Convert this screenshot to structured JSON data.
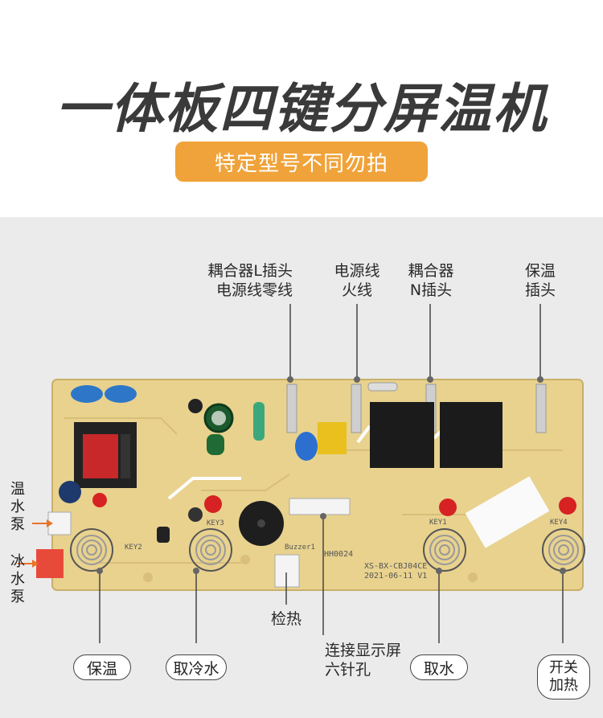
{
  "header": {
    "title": "一体板四键分屏温机",
    "badge": "特定型号不同勿拍"
  },
  "top_labels": {
    "coupler_l_line1": "耦合器L插头",
    "coupler_l_line2": "电源线零线",
    "power_live_line1": "电源线",
    "power_live_line2": "火线",
    "coupler_n_line1": "耦合器",
    "coupler_n_line2": "N插头",
    "keep_warm_plug_line1": "保温",
    "keep_warm_plug_line2": "插头"
  },
  "side_labels": {
    "warm_pump": "温水泵",
    "ice_pump": "冰水泵"
  },
  "bottom_labels": {
    "detect_heat": "检热",
    "display_conn_line1": "连接显示屏",
    "display_conn_line2": "六针孔"
  },
  "buttons": {
    "keep_warm": "保温",
    "cold_water": "取冷水",
    "take_water": "取水",
    "heat_switch_line1": "开关",
    "heat_switch_line2": "加热"
  },
  "board_text": {
    "model": "XS-BX-CBJ04CE",
    "date": "2021-06-11  V1",
    "code": "HH0024",
    "key1": "KEY1",
    "key2": "KEY2",
    "key3": "KEY3",
    "key4": "KEY4",
    "buzzer": "Buzzer1"
  },
  "colors": {
    "badge": "#f0a33a",
    "pcb": "#e7d08a",
    "panel": "#ebebeb",
    "relay": "#1b1b1b",
    "arrow": "#e8742a"
  }
}
